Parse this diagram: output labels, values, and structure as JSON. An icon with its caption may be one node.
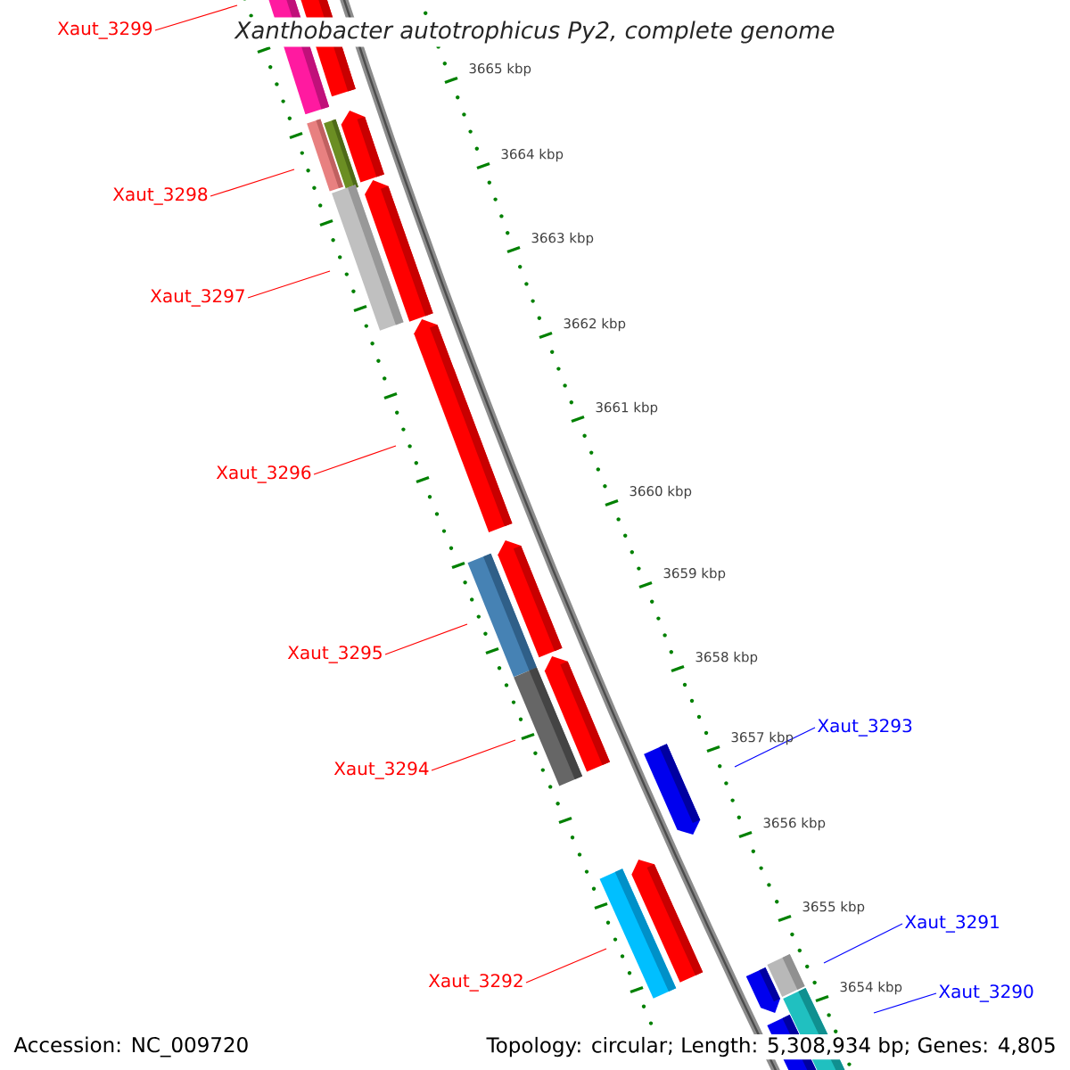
{
  "diagram": {
    "title": "Xanthobacter autotrophicus Py2, complete genome",
    "nodes": [
      {
        "text": [
          "Xaut_3299"
        ]
      },
      {
        "text": [
          "Xaut_3298"
        ]
      },
      {
        "text": [
          "Xaut_3297"
        ]
      },
      {
        "text": [
          "Xaut_3296"
        ]
      },
      {
        "text": [
          "Xaut_3295"
        ]
      },
      {
        "text": [
          "Xaut_3293"
        ]
      },
      {
        "text": [
          "Xaut_3294"
        ]
      },
      {
        "text": [
          "Xaut_3291"
        ]
      },
      {
        "text": [
          "Xaut_3292"
        ]
      },
      {
        "text": [
          "Xaut_3290"
        ]
      }
    ],
    "edges": [
      {
        "from": 0,
        "to": null,
        "arrow": "none"
      },
      {
        "from": 1,
        "to": null,
        "arrow": "none"
      },
      {
        "from": 2,
        "to": null,
        "arrow": "none"
      },
      {
        "from": 3,
        "to": null,
        "arrow": "none"
      },
      {
        "from": 4,
        "to": null,
        "arrow": "none"
      },
      {
        "from": 5,
        "to": null,
        "arrow": "none",
        "color": "#0000ff"
      },
      {
        "from": 6,
        "to": null,
        "arrow": "none"
      },
      {
        "from": 7,
        "to": null,
        "arrow": "none",
        "color": "#0000ff"
      },
      {
        "from": 8,
        "to": null,
        "arrow": "none"
      },
      {
        "from": 9,
        "to": null,
        "arrow": "none",
        "color": "#0000ff"
      }
    ],
    "labels": [
      "3665 kbp",
      "3664 kbp",
      "3663 kbp",
      "3662 kbp",
      "3661 kbp",
      "3660 kbp",
      "3659 kbp",
      "3658 kbp",
      "3657 kbp",
      "3656 kbp",
      "3655 kbp",
      "3654 kbp",
      "Accession: NC_009720",
      "Topology: circular; Length: 5,308,934 bp; Genes: 4,805"
    ]
  }
}
